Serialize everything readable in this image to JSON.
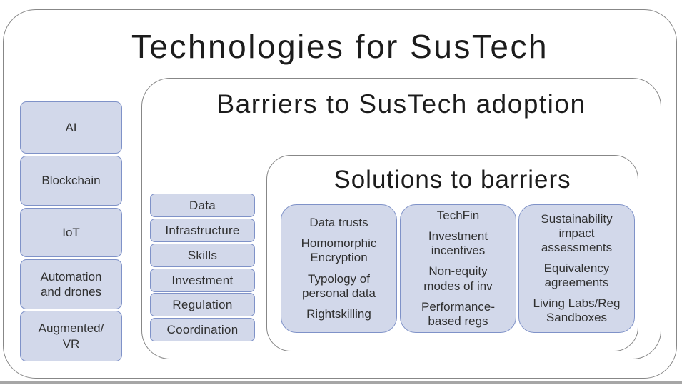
{
  "diagram": {
    "title": "Technologies for SusTech",
    "technologies": [
      "AI",
      "Blockchain",
      "IoT",
      "Automation\nand drones",
      "Augmented/\nVR"
    ],
    "barriers": {
      "title": "Barriers to SusTech adoption",
      "items": [
        "Data",
        "Infrastructure",
        "Skills",
        "Investment",
        "Regulation",
        "Coordination"
      ],
      "solutions": {
        "title": "Solutions to barriers",
        "groups": [
          {
            "items": [
              "Data trusts",
              "Homomorphic\nEncryption",
              "Typology of\npersonal data",
              "Rightskilling"
            ]
          },
          {
            "items": [
              "TechFin",
              "Investment\nincentives",
              "Non-equity\nmodes of inv",
              "Performance-\nbased regs"
            ]
          },
          {
            "items": [
              "Sustainability\nimpact\nassessments",
              "Equivalency\nagreements",
              "Living Labs/Reg\nSandboxes"
            ]
          }
        ]
      }
    },
    "colors": {
      "box_fill": "#d2d8ea",
      "box_border": "#7f92c8",
      "container_border": "#878787",
      "title_text": "#1c1c1c",
      "body_text": "#303030",
      "bottom_edge": "#a6a6a6"
    }
  }
}
